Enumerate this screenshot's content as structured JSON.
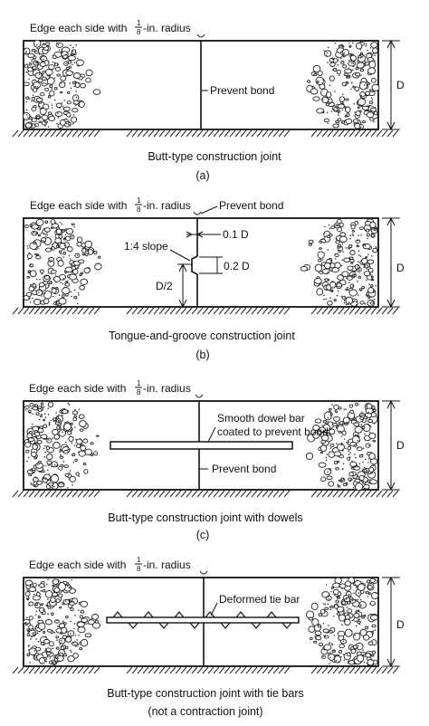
{
  "panels": [
    {
      "edge_label": "Edge each side with",
      "radius_fraction_num": "1",
      "radius_fraction_den": "8",
      "radius_suffix": "-in. radius",
      "joint_label": "Prevent bond",
      "depth_label": "D",
      "caption": "Butt-type construction joint",
      "letter": "(a)"
    },
    {
      "edge_label": "Edge each side with",
      "radius_fraction_num": "1",
      "radius_fraction_den": "8",
      "radius_suffix": "-in. radius",
      "joint_label": "Prevent bond",
      "slope_label": "1:4 slope",
      "dim_01": "0.1 D",
      "dim_02": "0.2 D",
      "dim_half": "D/2",
      "depth_label": "D",
      "caption": "Tongue-and-groove construction joint",
      "letter": "(b)"
    },
    {
      "edge_label": "Edge each side with",
      "radius_fraction_num": "1",
      "radius_fraction_den": "8",
      "radius_suffix": "-in. radius",
      "dowel_label_1": "Smooth dowel bar",
      "dowel_label_2": "coated to prevent bond",
      "joint_label": "Prevent bond",
      "depth_label": "D",
      "caption": "Butt-type construction joint with dowels",
      "letter": "(c)"
    },
    {
      "edge_label": "Edge each side with",
      "radius_fraction_num": "1",
      "radius_fraction_den": "8",
      "radius_suffix": "-in. radius",
      "tie_label": "Deformed tie bar",
      "depth_label": "D",
      "caption_line1": "Butt-type construction joint with tie bars",
      "caption_line2": "(not a contraction joint)"
    }
  ]
}
